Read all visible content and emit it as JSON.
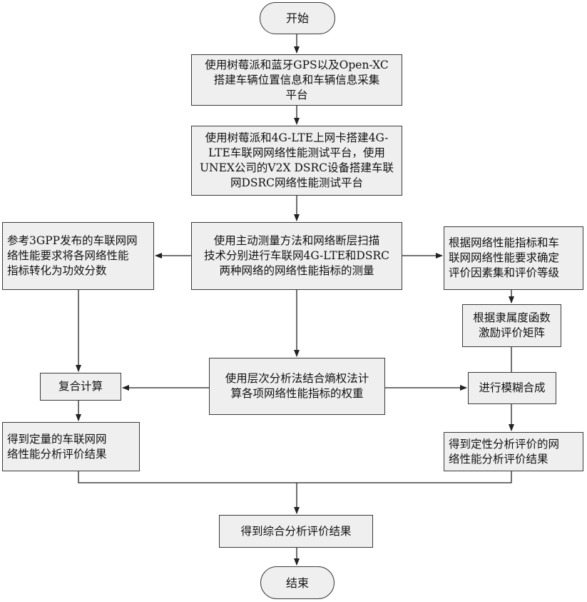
{
  "nodes": {
    "start": "开始",
    "step1": "使用树莓派和蓝牙GPS以及Open-XC\n搭建车辆位置信息和车辆信息采集\n平台",
    "step2": "使用树莓派和4G-LTE上网卡搭建4G-\nLTE车联网网络性能测试平台，使用\nUNEX公司的V2X DSRC设备搭建车联\n网DSRC网络性能测试平台",
    "step3": "使用主动测量方法和网络断层扫描\n技术分别进行车联网4G-LTE和DSRC\n两种网络的网络性能指标的测量",
    "left1": "参考3GPP发布的车联网网\n络性能要求将各网络性能\n指标转化为功效分数",
    "right1": "根据网络性能指标和车\n联网网络性能要求确定\n评价因素集和评价等级",
    "right2": "根据隶属度函数\n激励评价矩阵",
    "center2": "使用层次分析法结合熵权法计\n算各项网络性能指标的权重",
    "left2": "复合计算",
    "right3": "进行模糊合成",
    "left3": "得到定量的车联网网\n络性能分析评价结果",
    "right4": "得到定性分析评价的网\n络性能分析评价结果",
    "final": "得到综合分析评价结果",
    "end": "结束"
  },
  "colors": {
    "node_fill": "#efefef",
    "node_border": "#3a3a3a",
    "terminal_fill": "#eeeeee",
    "line": "#222222"
  }
}
